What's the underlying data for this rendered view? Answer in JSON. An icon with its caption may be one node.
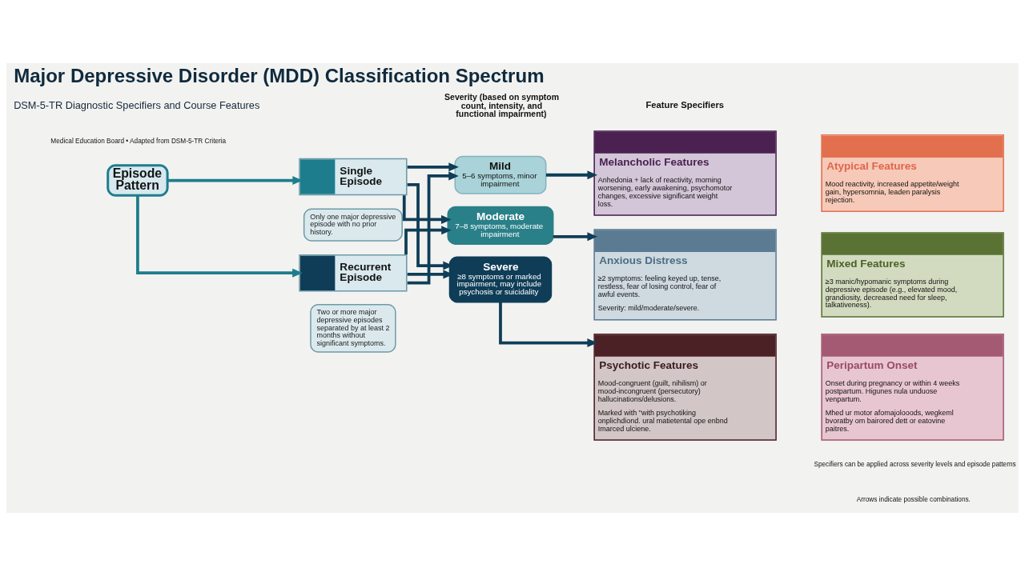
{
  "diagram": {
    "title": "Major Depressive Disorder (MDD) Classification Spectrum",
    "nodes": [
      {
        "text": [
          "Episode Pattern"
        ]
      },
      {
        "text": [
          "Single Episode"
        ]
      },
      {
        "text": [
          "Only one major depressive episode with no prior history."
        ]
      },
      {
        "text": [
          "Recurrent Episode"
        ]
      },
      {
        "text": [
          "Two or more major depressive episodes separated by at least 2 months without significant symptoms."
        ]
      },
      {
        "text": [
          "Mild",
          "5–6 symptoms, minor impairment"
        ]
      },
      {
        "text": [
          "Moderate",
          "7–8 symptoms, moderate impairment"
        ]
      },
      {
        "text": [
          "Severe",
          "≥8 symptoms or marked impairment, may include psychosis or suicidality"
        ]
      },
      {
        "text": [
          "Melancholic Features",
          "Anhedonia + lack of reactivity, morning worsening, early awakening, psychomotor changes, excessive significant weight loss."
        ]
      },
      {
        "text": [
          "Atypical Features",
          "Mood reactivity, increased appetite/weight gain, hypersomnia, leaden paralysis rejection."
        ]
      },
      {
        "text": [
          "Anxious Distress",
          "≥2 symptoms: feeling keyed up, tense, restless, fear of losing control, fear of awful events.",
          "Severity: mild/moderate/severe."
        ]
      },
      {
        "text": [
          "Mixed Features",
          "≥3 manic/hypomanic symptoms during depressive episode (e.g., elevated mood, grandiosity, decreased need for sleep, talkativeness)."
        ]
      },
      {
        "text": [
          "Psychotic Features",
          "Mood-congruent (guilt, nihilism) or mood-incongruent (persecutory) hallucinations/delusions.",
          "Marked with \"with psychotiking onplichdiond. ural matietental ope enbnd Imarced ulciene."
        ]
      },
      {
        "text": [
          "Peripartum Onset",
          "Onset during pregnancy or within 4 weeks postpartum. Higunes nula unduose venpartum.",
          "Mhed ur motor afomajolooods, wegkeml bvoratby om bairored dett or eatovine paitres."
        ]
      }
    ],
    "edges": [
      {
        "from": 0,
        "to": 1,
        "arrow": "to",
        "color": "#1d7d8c"
      },
      {
        "from": 0,
        "to": 3,
        "arrow": "to",
        "color": "#1d7d8c"
      },
      {
        "from": 1,
        "to": 5,
        "arrow": "to"
      },
      {
        "from": 1,
        "to": 6,
        "arrow": "to"
      },
      {
        "from": 1,
        "to": 7,
        "arrow": "to"
      },
      {
        "from": 3,
        "to": 5,
        "arrow": "to"
      },
      {
        "from": 3,
        "to": 6,
        "arrow": "to"
      },
      {
        "from": 3,
        "to": 7,
        "arrow": "to"
      },
      {
        "from": 5,
        "to": 8,
        "arrow": "to"
      },
      {
        "from": 6,
        "to": 10,
        "arrow": "to"
      },
      {
        "from": 7,
        "to": 12,
        "arrow": "to"
      }
    ],
    "labels": [
      "DSM-5-TR Diagnostic Specifiers and Course Features",
      "Medical Education Board • Adapted from DSM-5-TR Criteria",
      "Severity (based on symptom count, intensity, and functional impairment)",
      "Feature Specifiers",
      "Specifiers can be applied across severity levels and episode patterns",
      "Arrows indicate possible combinations."
    ]
  }
}
